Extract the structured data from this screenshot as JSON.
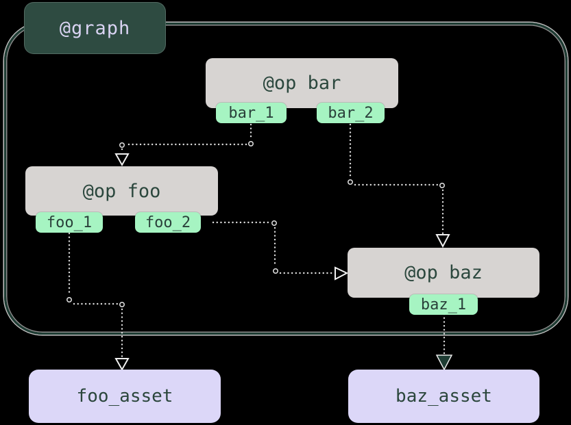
{
  "graph": {
    "label": "@graph"
  },
  "nodes": [
    {
      "id": "bar",
      "label": "@op bar",
      "outputs": [
        "bar_1",
        "bar_2"
      ]
    },
    {
      "id": "foo",
      "label": "@op foo",
      "outputs": [
        "foo_1",
        "foo_2"
      ]
    },
    {
      "id": "baz",
      "label": "@op baz",
      "outputs": [
        "baz_1"
      ]
    }
  ],
  "assets": [
    {
      "label": "foo_asset"
    },
    {
      "label": "baz_asset"
    }
  ],
  "edges": [
    {
      "from": "bar_1",
      "to": "@op foo",
      "arrowhead": "open"
    },
    {
      "from": "bar_2",
      "to": "@op baz",
      "arrowhead": "open"
    },
    {
      "from": "foo_2",
      "to": "@op baz",
      "arrowhead": "open"
    },
    {
      "from": "foo_1",
      "to": "foo_asset",
      "arrowhead": "open"
    },
    {
      "from": "baz_1",
      "to": "baz_asset",
      "arrowhead": "filled"
    }
  ],
  "colors": {
    "background": "#000000",
    "graph_badge_fill": "#2e4b41",
    "graph_border": "#1e3c33",
    "op_node_fill": "#d7d4d2",
    "output_tag_fill": "#a6f4c2",
    "asset_fill": "#dcd7f8",
    "label_text": "#2b473d",
    "graph_badge_text": "#d9d3f2",
    "edge_dots": "#dedede"
  }
}
